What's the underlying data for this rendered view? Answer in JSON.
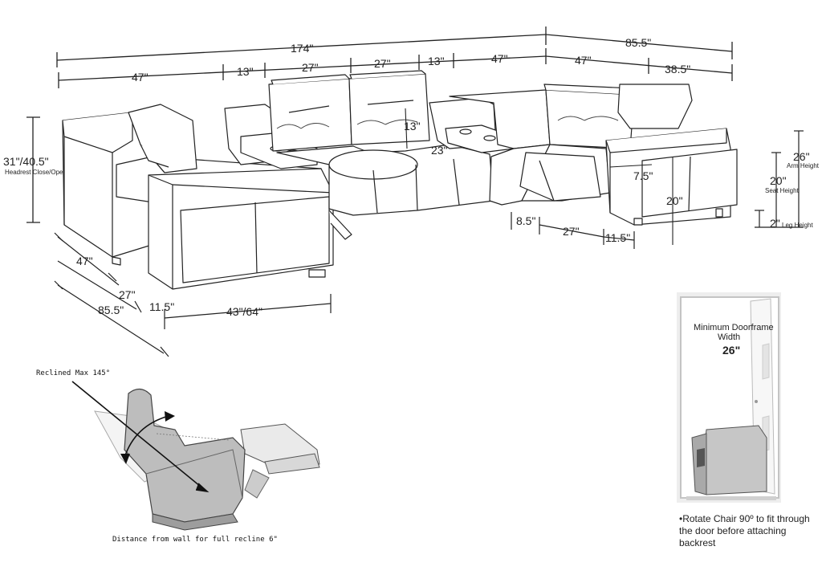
{
  "dimensions": {
    "total_width": "174\"",
    "right_depth": "85.5\"",
    "seg_47_left": "47\"",
    "seg_13_a": "13\"",
    "seg_27_a": "27\"",
    "seg_27_b": "27\"",
    "seg_13_b": "13\"",
    "seg_47_mid": "47\"",
    "seg_47_right": "47\"",
    "seg_38_5": "38.5\"",
    "console_13": "13\"",
    "wedge_23": "23\"",
    "height_label": "31\"/40.5\"",
    "height_sub": "Headrest Close/Open",
    "depth_47": "47\"",
    "depth_27": "27\"",
    "depth_85_5": "85.5\"",
    "arm_11_5_left": "11.5\"",
    "recline_43_64": "43\"/64\"",
    "arm_7_5": "7.5\"",
    "seat_20_side": "20\"",
    "side_8_5": "8.5\"",
    "side_27": "27\"",
    "side_11_5": "11.5\""
  },
  "height_scale": {
    "arm_value": "26\"",
    "arm_label": "Arm Height",
    "seat_value": "20\"",
    "seat_label": "Seat Height",
    "leg_value": "2\"",
    "leg_label": "Leg Height"
  },
  "recliner": {
    "reclined_max": "Reclined Max 145°",
    "wall_distance": "Distance from wall for full recline 6\""
  },
  "doorframe": {
    "title_line1": "Minimum Doorframe",
    "title_line2": "Width",
    "width_value": "26\"",
    "caption": "•Rotate Chair 90º to fit through the door before attaching backrest"
  }
}
